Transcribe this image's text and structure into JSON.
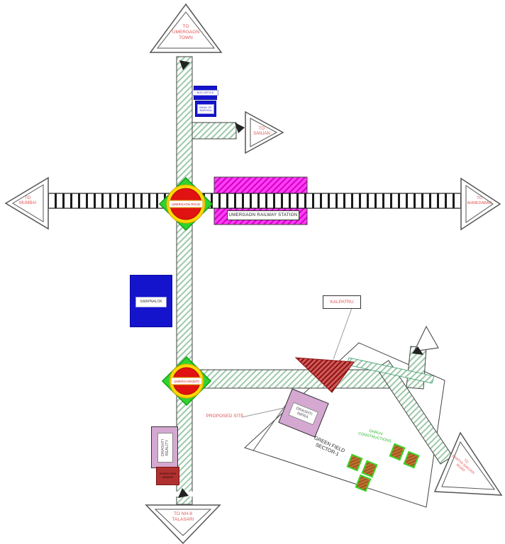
{
  "arrows": {
    "top": "TO\nUMERGAON\nTOWN",
    "left": "TO\nMUMBAI",
    "right": "TO\nAHMEDABAD",
    "sanjan": "TO\nSANJAN",
    "bottom": "TO NH-8\nTALASARI",
    "bottom_right": "TO\nBHATHI-SANJAN\nROAD"
  },
  "railway": {
    "station_label": "UMERGAON  RAILWAY  STATION"
  },
  "crossings": {
    "north_sign": "UMERGAON ROAD",
    "south_sign": "UMERGAON(MT)"
  },
  "places": {
    "bus_office": "BUS OFFICE",
    "bank_of_baroda": "BANK OF\nBARODA",
    "swapnalok": "SWAPNALOK",
    "kalpatru": "KALPATRU",
    "proposed_site": "PROPOSED SITE",
    "drashti_infra": "DRASHTI\nINFRA",
    "drashti_reality": "DRASHTI\nREALITY",
    "mandir": "SHREE RAM\nMANDIR",
    "green_field": "GREEN FIELD\nSECTOR-1",
    "dhruv": "DHRUV\nCONSTRUCTIONS"
  },
  "colors": {
    "road_hatch": "#9ec9aa",
    "station_magenta": "#ff3df5",
    "building_blue": "#1414cc",
    "building_pink": "#d5a8d2",
    "building_dark_red": "#b03030",
    "plot_orange": "#c0712f",
    "plot_border_green": "#3fd42a",
    "crossing_green": "#2fd42f",
    "crossing_yellow": "#ffd800",
    "crossing_red": "#e01212",
    "label_red": "#e25555",
    "dhruv_green": "#2db82d"
  }
}
